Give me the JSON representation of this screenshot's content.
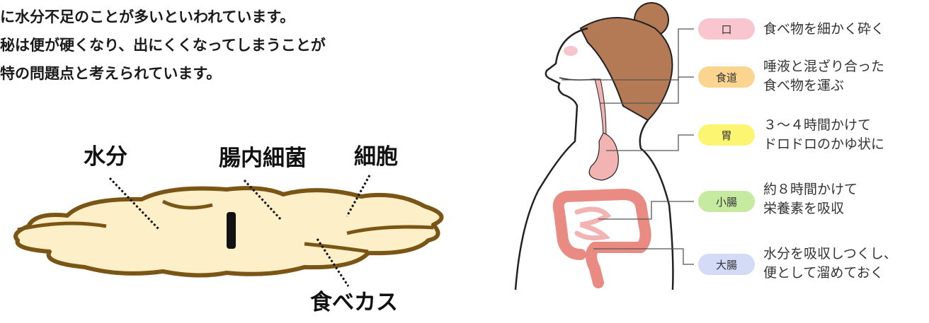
{
  "intro_lines": [
    "に水分不足のことが多いといわれています。",
    "秘は便が硬くなり、出にくくなってしまうことが",
    "特の問題点と考えられています。"
  ],
  "stool_labels": {
    "water": "水分",
    "bacteria": "腸内細菌",
    "cells": "細胞",
    "food": "食べカス"
  },
  "colors": {
    "stool_fill": "#fdefc8",
    "stool_outline": "#7a5515",
    "hair": "#b37a55",
    "skin_outline": "#222222",
    "cheek": "#f7c3cd",
    "organ_pink": "#f2b3b3",
    "intestine": "#e98b82"
  },
  "organs": [
    {
      "label": "口",
      "color": "#f9c6cf",
      "desc": [
        "食べ物を細かく砕く"
      ]
    },
    {
      "label": "食道",
      "color": "#fbd48f",
      "desc": [
        "唾液と混ざり合った",
        "食べ物を運ぶ"
      ]
    },
    {
      "label": "胃",
      "color": "#fbf572",
      "desc": [
        "３～４時間かけて",
        "ドロドロのかゆ状に"
      ]
    },
    {
      "label": "小腸",
      "color": "#c6ea9f",
      "desc": [
        "約８時間かけて",
        "栄養素を吸収"
      ]
    },
    {
      "label": "大腸",
      "color": "#d3dbf7",
      "desc": [
        "水分を吸収しつくし、",
        "便として溜めておく"
      ]
    }
  ]
}
